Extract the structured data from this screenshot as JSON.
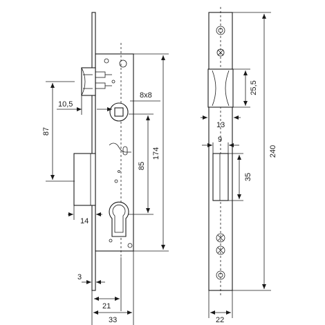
{
  "dimensions": {
    "backset_offset": "10,5",
    "follower_square": "8x8",
    "height_87": "87",
    "center_distance": "85",
    "case_height": "174",
    "latch_projection": "14",
    "front_thickness": "3",
    "backset": "21",
    "case_depth": "33",
    "latch_width": "25,5",
    "latch_offset": "13",
    "bolt_offset": "9",
    "bolt_height": "35",
    "faceplate_length": "240",
    "faceplate_width": "22"
  }
}
